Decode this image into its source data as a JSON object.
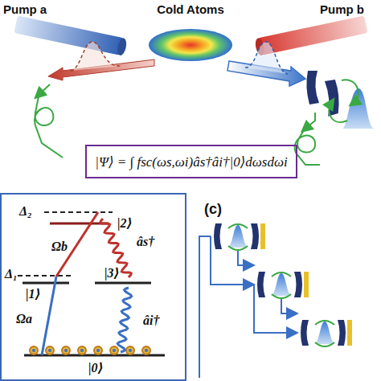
{
  "diagram": {
    "nodes": [
      {
        "text": [
          "|Ψ⟩ = ∫ fsc(ωs,ωi)âs†âi†|0⟩dωsdωi"
        ]
      },
      {
        "text": [
          "Δ₂",
          "|2⟩",
          "Ωb",
          "âs†",
          "Δ₁",
          "|1⟩",
          "|3⟩",
          "Ωa",
          "âi†",
          "|0⟩"
        ]
      }
    ],
    "labels": [
      "Pump a",
      "Cold Atoms",
      "Pump b",
      "(c)"
    ]
  }
}
